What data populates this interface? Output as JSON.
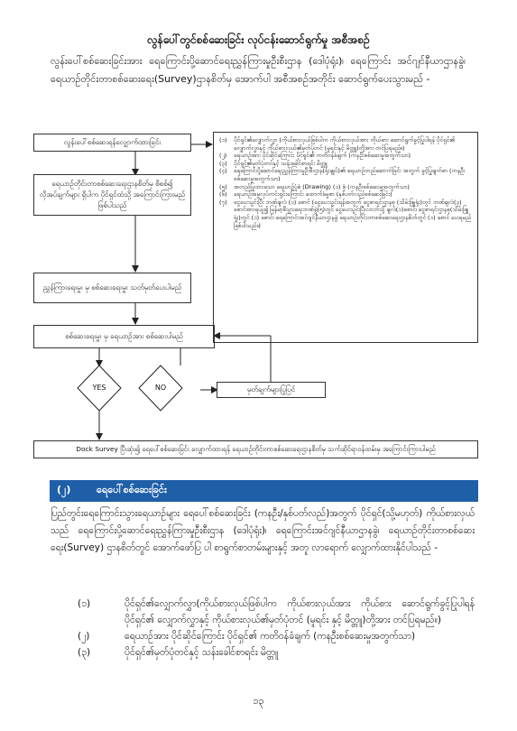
{
  "title": "လွန်ပေါ်တွင်စစ်ဆေးခြင်း လုပ်ငန်းဆောင်ရွက်မှု အစီအစဉ်",
  "intro": "လွန်းပေါ်စစ်ဆေးခြင်းအား ရေကြောင်းပို့ဆောင်ရေးညွှန်ကြားမှုဦးစီးဌာန (ဒေါပုံရုံး)၊ ရေကြောင်း အင်ဂျင်နီယာဌာနခွဲ၊ ရေယာဉ်တိုင်းတာစစ်ဆေးရေး(Survey)ဌာနစိတ်မှ အောက်ပါ အစီအစဉ်အတိုင်း ဆောင်ရွက်ပေးသွားမည် -",
  "flow": {
    "step1": "လွန်းပေါ်စစ်ဆေးရန်လျှောက်ထားခြင်း",
    "step2": "ရေယာဉ်တိုင်းတာစစ်ဆေးရေးဌာနစိတ်မှ စိစစ်၍ လိုအပ်ချက်များ ရှိပါက ပိုင်ရှင်ထံသို့ အကြောင်းကြားမည် ဖြစ်ပါသည်",
    "step3": "ညွှန်ကြားရေးမှူး မှ စစ်ဆေးရေးမှူး သတ်မှတ်ပေးပါမည်",
    "step4": "စစ်ဆေးရေးမှူး မှ ရေယာဉ်အား စစ်ဆေးပါမည်",
    "yes": "YES",
    "no": "NO",
    "fix": "မှတ်ချက်များပြုပြင်",
    "final": "Dock Survey ပြီးဆုံး၍ ရေပေါ်စစ်ဆေးခြင်း လျှောက်ထားရန် ရေယာဉ်တိုင်းတာစစ်ဆေးရေးဌာနစိတ်မှ သက်ဆိုင်ရာဝန်ထမ်းမှ အကြောင်းကြားပါမည်"
  },
  "notes": [
    {
      "n": "(၁)",
      "t": "ပိုင်ရှင်၏လျှောက်လွှာ (ကိုယ်စားလှယ်ဖြစ်ပါက ကိုယ်စားလှယ်အား ကိုယ်စား ဆောင်ရွက်ခွင့်ပြုပါရန် ပိုင်ရှင်၏ လျှောက်လွှာနှင့် ကိုယ်စားလှယ်၏မှတ်ပုံတင် (မူရင်းနှင့် မိတ္တူ)တို့အား တင်ပြရမည်။)"
    },
    {
      "n": "(၂)",
      "t": "ရေယာဉ်အား ပိုင်ဆိုင်ကြောင်း ပိုင်ရှင်၏ ကတိဝန်ခံချက် (ကနဦးစစ်ဆေးမှုအတွက်သာ)"
    },
    {
      "n": "(၃)",
      "t": "ပိုင်ရှင်၏မှတ်ပုံတင်နှင့် သန်းခေါင်စာရင်း မိတ္တူ"
    },
    {
      "n": "(၄)",
      "t": "ရေကြောင်းပို့ဆောင်ရေးညွှန်ကြားမှုဦးစီးဌာန(ရုံးချုပ်)၏ ရေယာဉ်တည်ဆောက်ခြင်း အတွက် ခွင့်ပြုချက်စာ (ကနဦးစစ်ဆေးမှုအတွက်သာ)"
    },
    {
      "n": "(၅)",
      "t": "အတည်ပြုထားသော ရေယာဉ်ပုံစံ (Drawing) (၁) စုံ (ကနဦးစစ်ဆေးမှုအတွက်သာ)"
    },
    {
      "n": "(၆)",
      "t": "ရေယာဉ်အမှုလုပ်ကင်းရှင်းကြောင်း ထောက်ခံမှုစာ (နှစ်ပတ်လည်စစ်ဆေးခြင်း)"
    },
    {
      "n": "(၇)",
      "t": "ငွေပေးသွင်းပြီး ဘဏ်ချလံ (၁) စောင် (ငွေပေးသွင်းရန်အတွက် ငွေစာရင်းဌာနစု (သိမ်းဖြူရုံး)တွင် ဘဏ်ချလံ(၃) စောင်အားရယူ၍ မြန်မာ့စီးပွားရေးဘဏ်ခွဲ(၅)တွင် ငွေပေးသွင်းပြီးလာဘ်သို့ ချလံ(၁)စောင်၊ ငွေစာရင်းဌာနစု(သိမ်းဖြူရုံး)တွင် (၁) စောင်၊ ရေကြောင်းအင်ဂျင်နီယာဌာနခွဲ ရေယာဉ်တိုင်းတာစစ်ဆေးရေးဌာနစိတ်တွင် (၁) စောင် ပေးရမည်ဖြစ်ပါသည်။)"
    }
  ],
  "section": {
    "num": "(၂)",
    "title": "ရေပေါ်စစ်ဆေးခြင်း",
    "body": "ပြည်တွင်းရေကြောင်းသွားရေယာဉ်များ ရေပေါ်စစ်ဆေးခြင်း (ကနဦး/နှစ်ပတ်လည်)အတွက် ပိုင်ရှင်(သို့မဟုတ်) ကိုယ်စားလှယ်သည် ရေကြောင်းပို့ဆောင်ရေးညွှန်ကြားမှုဦးစီးဌာန (ဒေါပုံရုံး)၊ ရေကြောင်းအင်ဂျင်နီယာဌာနခွဲ၊ ရေယာဉ်တိုင်းတာစစ်ဆေးရေး(Survey) ဌာနစိတ်တွင် အောက်ဖော်ပြ ပါ စာရွက်စာတမ်းများနှင့် အတူ လာရောက် လျှောက်ထားနိုင်ပါသည် -",
    "items": [
      {
        "n": "(၁)",
        "t": "ပိုင်ရှင်၏လျှောက်လွှာ(ကိုယ်စားလှယ်ဖြစ်ပါက ကိုယ်စားလှယ်အား ကိုယ်စား ဆောင်ရွက်ခွင့်ပြုပါရန် ပိုင်ရှင်၏ လျှောက်လွှာနှင့် ကိုယ်စားလှယ်၏မှတ်ပုံတင် (မူရင်း နှင့် မိတ္တူ)တို့အား တင်ပြရမည်။)"
      },
      {
        "n": "(၂)",
        "t": "ရေယာဉ်အား ပိုင်ဆိုင်ကြောင်း ပိုင်ရှင်၏ ကတိဝန်ခံချက် (ကနဦးစစ်ဆေးမှုအတွက်သာ)"
      },
      {
        "n": "(၃)",
        "t": "ပိုင်ရှင်၏မှတ်ပုံတင်နှင့် သန်းခေါင်စာရင်း မိတ္တူ"
      }
    ]
  },
  "page_number": "၁၃"
}
